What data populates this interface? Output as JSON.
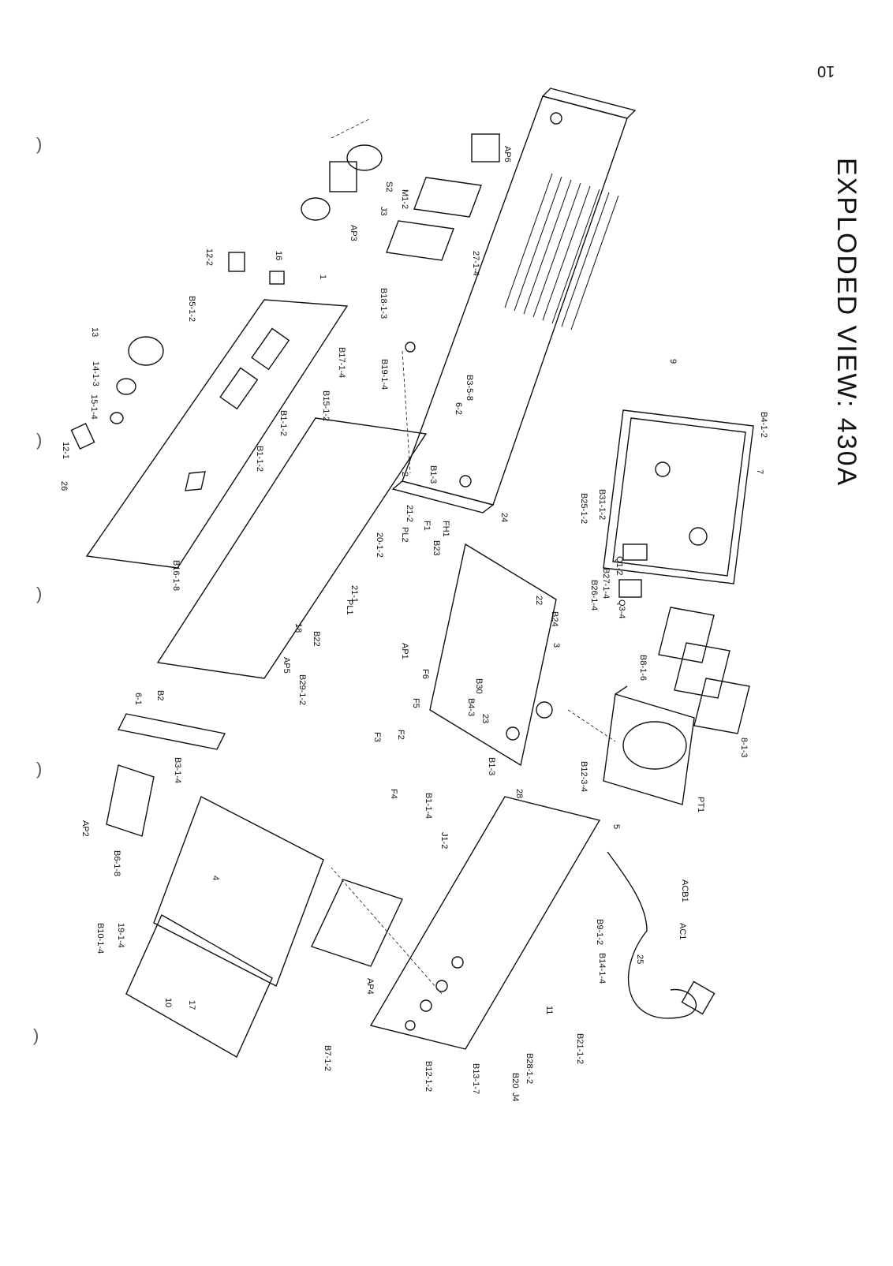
{
  "title": "EXPLODED VIEW: 430A",
  "page_number": "10",
  "labels": [
    {
      "id": "l1",
      "text": "AP6"
    },
    {
      "id": "l2",
      "text": "S2"
    },
    {
      "id": "l3",
      "text": "J3"
    },
    {
      "id": "l4",
      "text": "M1-2"
    },
    {
      "id": "l5",
      "text": "AP3"
    },
    {
      "id": "l6",
      "text": "27-1-4"
    },
    {
      "id": "l7",
      "text": "16"
    },
    {
      "id": "l8",
      "text": "12-2"
    },
    {
      "id": "l9",
      "text": "1"
    },
    {
      "id": "l10",
      "text": "B18-1-3"
    },
    {
      "id": "l11",
      "text": "B5-1-2"
    },
    {
      "id": "l12",
      "text": "9"
    },
    {
      "id": "l13",
      "text": "13"
    },
    {
      "id": "l14",
      "text": "B17-1-4"
    },
    {
      "id": "l15",
      "text": "B19-1-4"
    },
    {
      "id": "l16",
      "text": "B3-5-8"
    },
    {
      "id": "l17",
      "text": "14-1-3"
    },
    {
      "id": "l18",
      "text": "15-1-4"
    },
    {
      "id": "l19",
      "text": "B15-1-2"
    },
    {
      "id": "l20",
      "text": "6-2"
    },
    {
      "id": "l21",
      "text": "B4-1-2"
    },
    {
      "id": "l22",
      "text": "12-1"
    },
    {
      "id": "l23",
      "text": "B1-1-2"
    },
    {
      "id": "l24",
      "text": "B1-1-2"
    },
    {
      "id": "l25",
      "text": "2"
    },
    {
      "id": "l26",
      "text": "B1-3"
    },
    {
      "id": "l27",
      "text": "7"
    },
    {
      "id": "l28",
      "text": "B31-1-2"
    },
    {
      "id": "l29",
      "text": "B25-1-2"
    },
    {
      "id": "l30",
      "text": "26"
    },
    {
      "id": "l31",
      "text": "21-2"
    },
    {
      "id": "l32",
      "text": "F1"
    },
    {
      "id": "l33",
      "text": "FH1"
    },
    {
      "id": "l34",
      "text": "24"
    },
    {
      "id": "l35",
      "text": "PL2"
    },
    {
      "id": "l36",
      "text": "20-1-2"
    },
    {
      "id": "l37",
      "text": "B23"
    },
    {
      "id": "l38",
      "text": "Q1-2"
    },
    {
      "id": "l39",
      "text": "B27-1-4"
    },
    {
      "id": "l40",
      "text": "B26-1-4"
    },
    {
      "id": "l41",
      "text": "Q3-4"
    },
    {
      "id": "l42",
      "text": "B16-1-8"
    },
    {
      "id": "l43",
      "text": "21-1"
    },
    {
      "id": "l44",
      "text": "PL1"
    },
    {
      "id": "l45",
      "text": "22"
    },
    {
      "id": "l46",
      "text": "B24"
    },
    {
      "id": "l47",
      "text": "18"
    },
    {
      "id": "l48",
      "text": "B22"
    },
    {
      "id": "l49",
      "text": "AP1"
    },
    {
      "id": "l50",
      "text": "3"
    },
    {
      "id": "l51",
      "text": "AP5"
    },
    {
      "id": "l52",
      "text": "F6"
    },
    {
      "id": "l53",
      "text": "B8-1-6"
    },
    {
      "id": "l54",
      "text": "B29-1-2"
    },
    {
      "id": "l55",
      "text": "B30"
    },
    {
      "id": "l56",
      "text": "B2"
    },
    {
      "id": "l57",
      "text": "F5"
    },
    {
      "id": "l58",
      "text": "B4-3"
    },
    {
      "id": "l59",
      "text": "23"
    },
    {
      "id": "l60",
      "text": "6-1"
    },
    {
      "id": "l61",
      "text": "F2"
    },
    {
      "id": "l62",
      "text": "8-1-3"
    },
    {
      "id": "l63",
      "text": "F3"
    },
    {
      "id": "l64",
      "text": "B1-3"
    },
    {
      "id": "l65",
      "text": "B12-3-4"
    },
    {
      "id": "l66",
      "text": "B3-1-4"
    },
    {
      "id": "l67",
      "text": "28"
    },
    {
      "id": "l68",
      "text": "F4"
    },
    {
      "id": "l69",
      "text": "B1-1-4"
    },
    {
      "id": "l70",
      "text": "PT1"
    },
    {
      "id": "l71",
      "text": "AP2"
    },
    {
      "id": "l72",
      "text": "J1-2"
    },
    {
      "id": "l73",
      "text": "5"
    },
    {
      "id": "l74",
      "text": "B6-1-8"
    },
    {
      "id": "l75",
      "text": "4"
    },
    {
      "id": "l76",
      "text": "ACB1"
    },
    {
      "id": "l77",
      "text": "AC1"
    },
    {
      "id": "l78",
      "text": "B9-1-2"
    },
    {
      "id": "l79",
      "text": "19-1-4"
    },
    {
      "id": "l80",
      "text": "B10-1-4"
    },
    {
      "id": "l81",
      "text": "B14-1-4"
    },
    {
      "id": "l82",
      "text": "25"
    },
    {
      "id": "l83",
      "text": "AP4"
    },
    {
      "id": "l84",
      "text": "11"
    },
    {
      "id": "l85",
      "text": "10"
    },
    {
      "id": "l86",
      "text": "17"
    },
    {
      "id": "l87",
      "text": "B21-1-2"
    },
    {
      "id": "l88",
      "text": "B7-1-2"
    },
    {
      "id": "l89",
      "text": "B28-1-2"
    },
    {
      "id": "l90",
      "text": "B20"
    },
    {
      "id": "l91",
      "text": "J4"
    },
    {
      "id": "l92",
      "text": "B12-1-2"
    },
    {
      "id": "l93",
      "text": "B13-1-7"
    }
  ]
}
